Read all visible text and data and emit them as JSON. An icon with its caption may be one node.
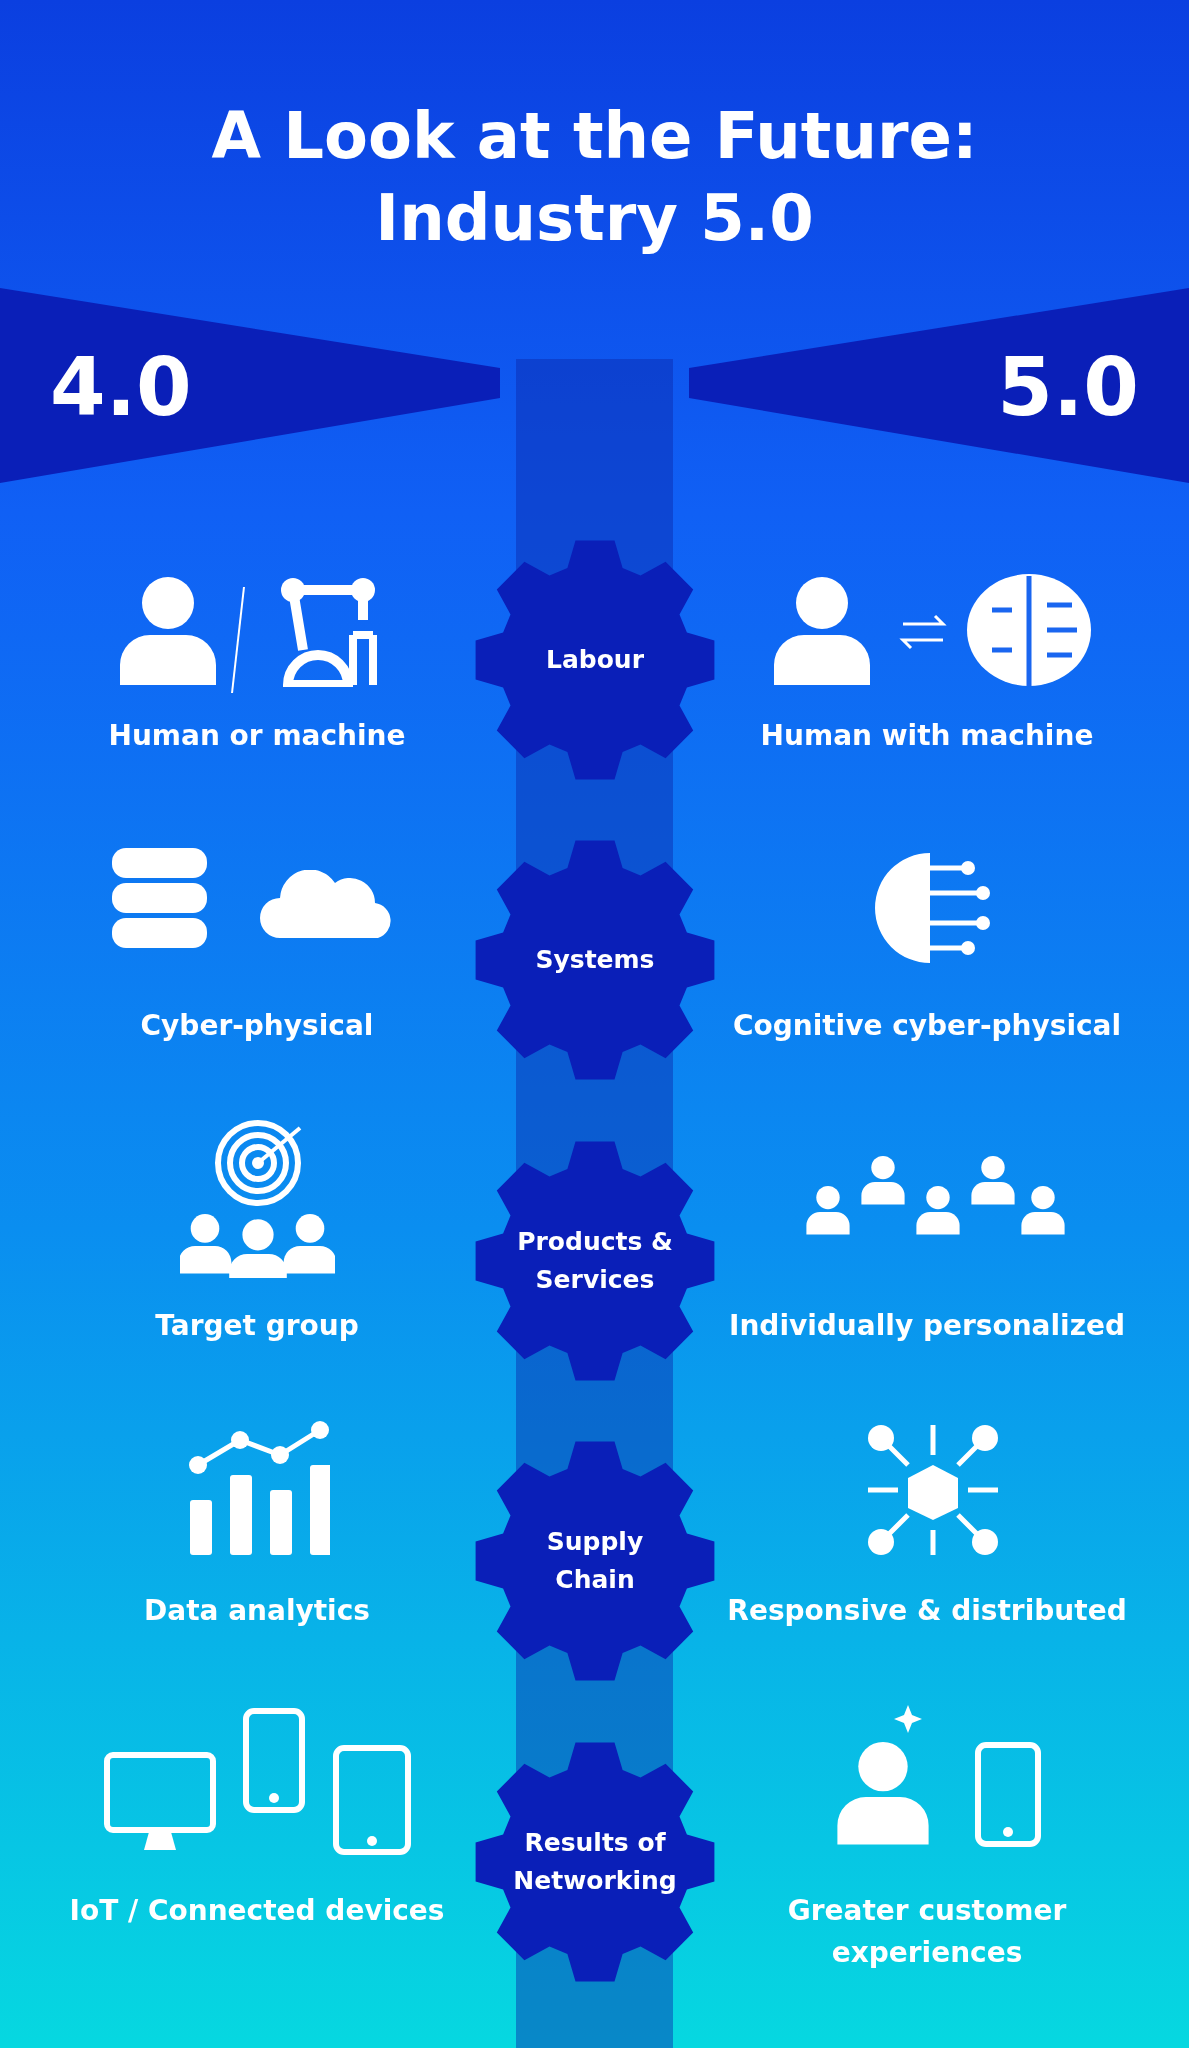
{
  "diagram": {
    "title": "A Look at the Future: Industry 5.0",
    "nodes": [
      {
        "text": [
          "4.0"
        ]
      },
      {
        "text": [
          "5.0"
        ]
      },
      {
        "text": [
          "Labour"
        ]
      },
      {
        "text": [
          "Systems"
        ]
      },
      {
        "text": [
          "Products & Services"
        ]
      },
      {
        "text": [
          "Supply Chain"
        ]
      },
      {
        "text": [
          "Results of Networking"
        ]
      }
    ],
    "labels": [
      "Human or machine",
      "Human with machine",
      "Cyber-physical",
      "Cognitive cyber-physical",
      "Target group",
      "Individually personalized",
      "Data analytics",
      "Responsive & distributed",
      "IoT / Connected devices",
      "Greater customer experiences"
    ]
  }
}
